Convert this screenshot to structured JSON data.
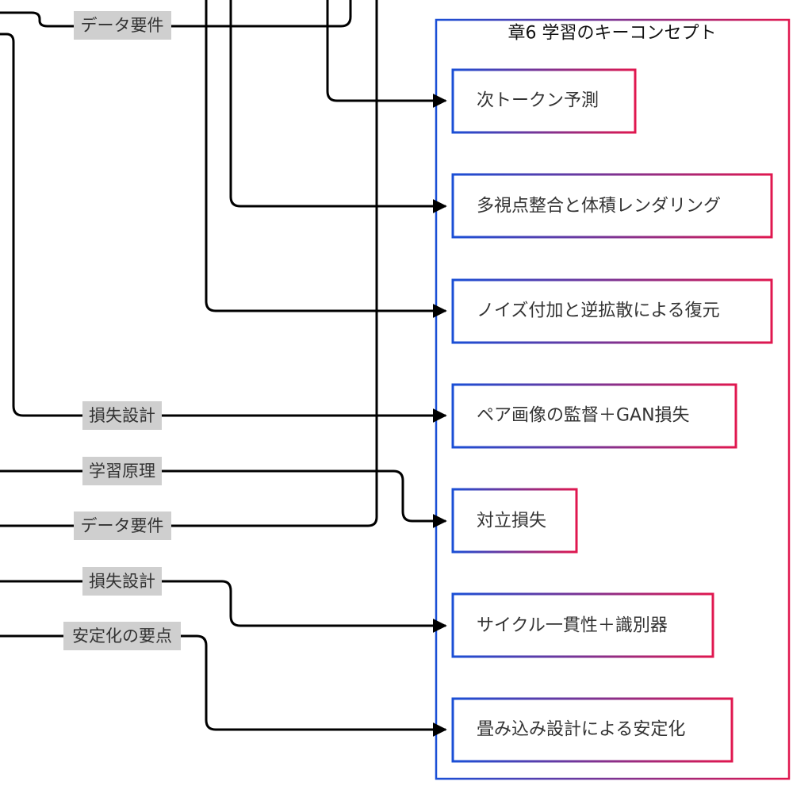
{
  "cluster": {
    "title": "章6 学習のキーコンセプト",
    "gradient_start": "#1a4fd6",
    "gradient_end": "#e0174f"
  },
  "nodes": [
    {
      "id": "next-token",
      "label": "次トークン予測"
    },
    {
      "id": "multiview",
      "label": "多視点整合と体積レンダリング"
    },
    {
      "id": "diffusion",
      "label": "ノイズ付加と逆拡散による復元"
    },
    {
      "id": "paired-gan",
      "label": "ペア画像の監督＋GAN損失"
    },
    {
      "id": "adversarial",
      "label": "対立損失"
    },
    {
      "id": "cycle",
      "label": "サイクル一貫性＋識別器"
    },
    {
      "id": "conv-stable",
      "label": "畳み込み設計による安定化"
    }
  ],
  "edge_labels": [
    {
      "id": "data-req-top",
      "label": "データ要件"
    },
    {
      "id": "loss-design-1",
      "label": "損失設計"
    },
    {
      "id": "learning-principle",
      "label": "学習原理"
    },
    {
      "id": "data-req-bottom",
      "label": "データ要件"
    },
    {
      "id": "loss-design-2",
      "label": "損失設計"
    },
    {
      "id": "stabilization",
      "label": "安定化の要点"
    }
  ],
  "colors": {
    "edge": "#000000",
    "label_bg": "#cfcfcf",
    "text": "#333333"
  }
}
